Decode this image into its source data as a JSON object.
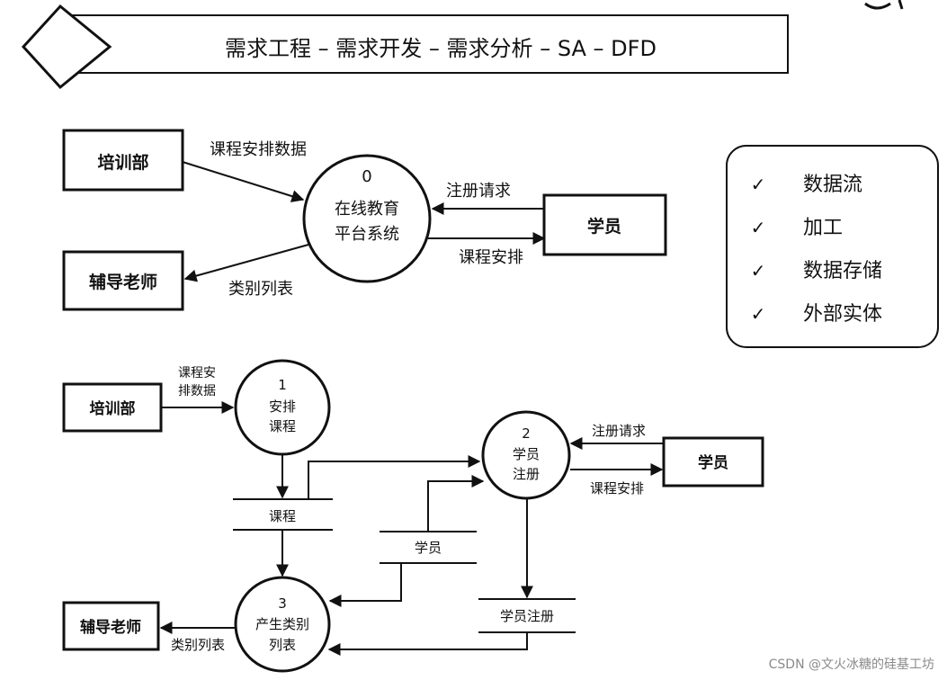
{
  "header": {
    "title": "需求工程 – 需求开发 – 需求分析 – SA – DFD"
  },
  "legend": {
    "check_mark": "✓",
    "items": [
      "数据流",
      "加工",
      "数据存储",
      "外部实体"
    ]
  },
  "context_diagram": {
    "process": {
      "number": "0",
      "line1": "在线教育",
      "line2": "平台系统"
    },
    "entities": {
      "training_dept": "培训部",
      "tutor": "辅导老师",
      "student": "学员"
    },
    "flows": {
      "schedule_data": "课程安排数据",
      "category_list": "类别列表",
      "register_request": "注册请求",
      "course_schedule": "课程安排"
    }
  },
  "level1_diagram": {
    "processes": [
      {
        "number": "1",
        "line1": "安排",
        "line2": "课程"
      },
      {
        "number": "2",
        "line1": "学员",
        "line2": "注册"
      },
      {
        "number": "3",
        "line1": "产生类别",
        "line2": "列表"
      }
    ],
    "entities": {
      "training_dept": "培训部",
      "student": "学员",
      "tutor": "辅导老师"
    },
    "stores": {
      "course": "课程",
      "student": "学员",
      "registration": "学员注册"
    },
    "flows": {
      "schedule_data_line1": "课程安",
      "schedule_data_line2": "排数据",
      "register_request": "注册请求",
      "course_schedule": "课程安排",
      "category_list": "类别列表"
    }
  },
  "watermark": "CSDN @文火冰糖的硅基工坊"
}
